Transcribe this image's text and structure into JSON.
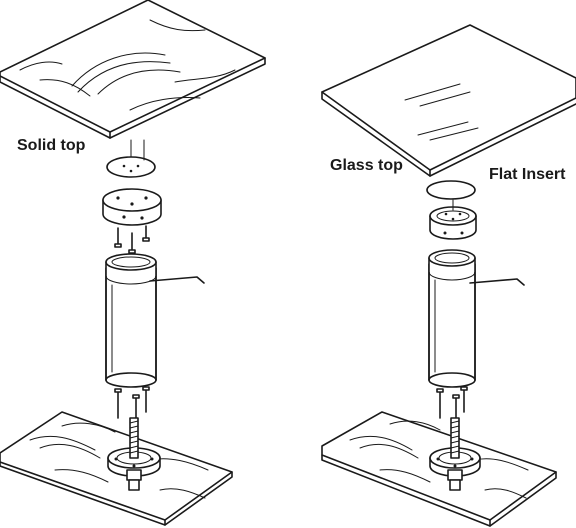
{
  "labels": {
    "solid_top": "Solid top",
    "glass_top": "Glass top",
    "flat_insert": "Flat Insert"
  },
  "colors": {
    "line": "#1a1a1a",
    "background": "#ffffff"
  }
}
